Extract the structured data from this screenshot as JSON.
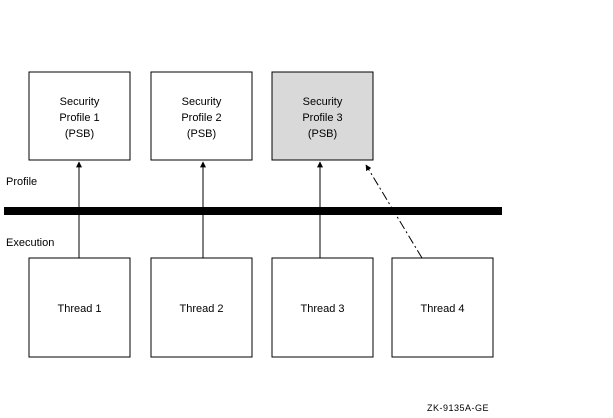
{
  "colors": {
    "background": "#ffffff",
    "stroke": "#000000",
    "highlight_fill": "#d9d9d9",
    "boundary_bar": "#000000"
  },
  "labels": {
    "profile": "Profile",
    "execution": "Execution",
    "figure_id": "ZK-9135A-GE"
  },
  "profiles": [
    {
      "lines": [
        "Security",
        "Profile 1",
        "(PSB)"
      ],
      "highlighted": false
    },
    {
      "lines": [
        "Security",
        "Profile 2",
        "(PSB)"
      ],
      "highlighted": false
    },
    {
      "lines": [
        "Security",
        "Profile 3",
        "(PSB)"
      ],
      "highlighted": true
    }
  ],
  "threads": [
    {
      "label": "Thread 1",
      "points_to_profile": 1
    },
    {
      "label": "Thread 2",
      "points_to_profile": 2
    },
    {
      "label": "Thread 3",
      "points_to_profile": 3
    },
    {
      "label": "Thread 4",
      "points_to_profile": 3
    }
  ]
}
